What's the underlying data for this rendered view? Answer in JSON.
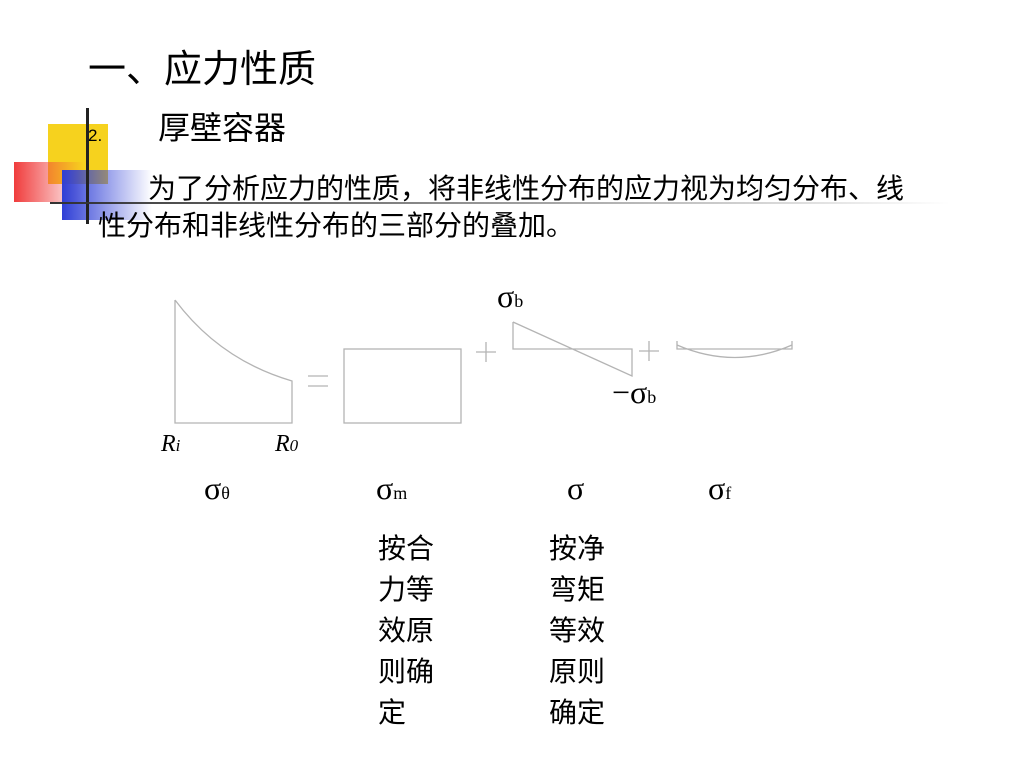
{
  "slide": {
    "title": "一、应力性质",
    "subheading": {
      "number": "2.",
      "text": "厚壁容器"
    },
    "body": "为了分析应力的性质，将非线性分布的应力视为均匀分布、线性分布和非线性分布的三部分的叠加。"
  },
  "diagram": {
    "sigma_b_top": {
      "symbol": "σ",
      "sub": "b"
    },
    "sigma_b_bottom": {
      "symbol": "−σ",
      "sub": "b"
    },
    "R_i": {
      "main": "R",
      "sub": "i"
    },
    "R_0": {
      "main": "R",
      "sub": "0"
    },
    "equals": "=",
    "plus1": "+",
    "plus2": "+"
  },
  "labels": {
    "sigma_theta": {
      "symbol": "σ",
      "sub": "θ"
    },
    "sigma_m": {
      "symbol": "σ",
      "sub": "m"
    },
    "sigma_b_mid": {
      "symbol": "σ",
      "sub": ""
    },
    "sigma_f": {
      "symbol": "σ",
      "sub": "f"
    }
  },
  "notes": {
    "col1": [
      "按合",
      "力等",
      "效原",
      "则确",
      "定"
    ],
    "col2": [
      "按净",
      "弯矩",
      "等效",
      "原则",
      "确定"
    ]
  },
  "colors": {
    "yellow": "#f6d21e",
    "red": "#f03c3c",
    "blue": "#2f3fd6",
    "gray_line": "#b4b4b4"
  }
}
